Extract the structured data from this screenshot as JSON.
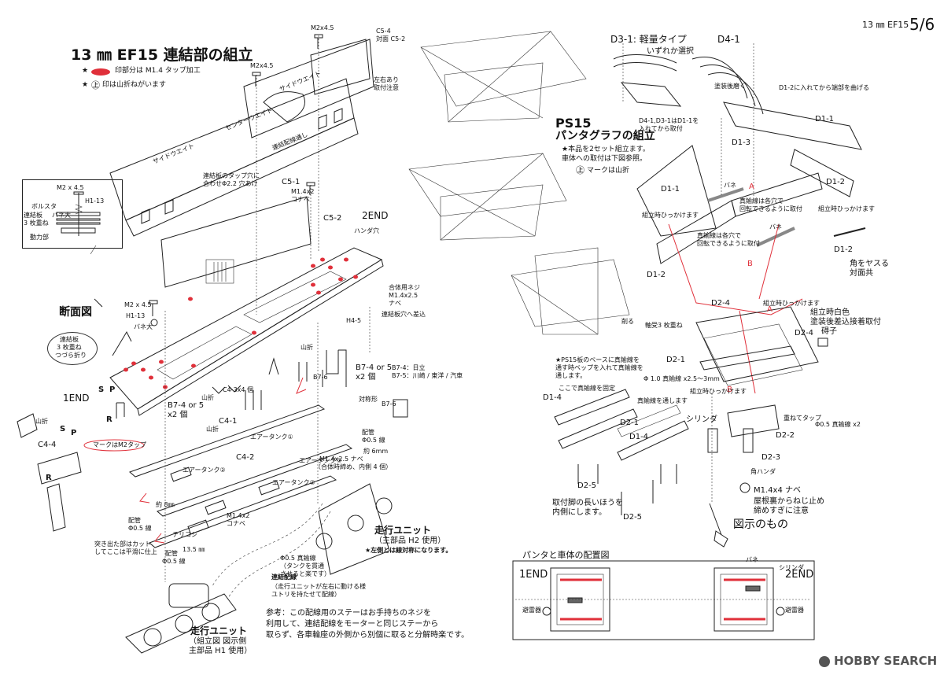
{
  "page": {
    "header_code": "13 ㎜ EF15",
    "header_page": "5/6",
    "watermark": "HOBBY SEARCH"
  },
  "left": {
    "title": "13 ㎜ EF15 連結部の組立",
    "legend_red": "印部分は M1.4 タップ加工",
    "legend_fold_prefix": "★",
    "legend_fold": "印は山折ねがいます",
    "legend_fold_symbol": "㊤",
    "legend_star": "★",
    "labels": {
      "m2x45_top": "M2x4.5",
      "c54": "C5-4",
      "c54_sub": "対面 C5-2",
      "m2x45_mid": "M2x4.5",
      "sideweight1": "サイドウエイト",
      "sideweight2": "サイドウエイト",
      "centerweight": "センターウエイト",
      "linkpass": "連結配線通し",
      "lr_note1": "左右あり",
      "lr_note2": "取付注意",
      "tap_note1": "連結板のタップ穴に",
      "tap_note2": "合わせΦ2.2 穴あけ",
      "c51": "C5-1",
      "m1_4x2": "M1.4x2",
      "konabe": "コナベ",
      "c52": "C5-2",
      "end2": "2END",
      "solder_hole": "ハンダ穴",
      "joint_screw": "合体用ネジ",
      "joint_screw2": "M1.4x2.5",
      "joint_screw3": "ナベ",
      "joint_plate": "連結板穴へ差込",
      "h45": "H4-5",
      "yamaori1": "山折",
      "b7_4or5": "B7-4 or 5",
      "b7_x2": "x2 個",
      "b7_hitachi": "B7-4：日立",
      "b7_toshiba": "B7-5：川崎 / 東洋 / 汽車",
      "b76": "B7-6",
      "b76b": "B7-6",
      "symmetric": "対称形",
      "end1": "1END",
      "section": "断面図",
      "plate3": "連結板",
      "plate3b": "3 枚重ね",
      "plate3c": "つづら折り",
      "m2x45_s": "M2 x 4.5",
      "h113": "H1-13",
      "spring_l": "バネ大",
      "c43x4": "C4-3x4 個",
      "b74or5_2": "B7-4 or 5",
      "b7x2_2": "x2 個",
      "yamaori2": "山折",
      "c41": "C4-1",
      "air1": "エアータンク①",
      "air2": "エアータンク②",
      "air3": "エアータンク③",
      "yamaori3": "山折",
      "c42": "C4-2",
      "air4": "エアータンク②",
      "haikan1": "配管",
      "haikan1b": "Φ0.5 線",
      "yaku6": "約 6mm",
      "m14x25": "M1.4x2.5 ナベ",
      "m14x25b": "（合体時締め、内側 4 個）",
      "c44": "C4-4",
      "m2tap": "マークはM2タップ",
      "yamaori4": "山折",
      "yaku8": "約 8㎜",
      "haikan2": "配管",
      "haikan2b": "Φ0.5 線",
      "chirikoshi": "チリコシ",
      "mm135": "13.5 ㎜",
      "haikan3": "配管",
      "haikan3b": "Φ0.5 線",
      "tokki1": "突き出た部はカット",
      "tokki2": "してここは平滑に仕上",
      "m14x2": "M1.4x2",
      "konabe2": "コナベ",
      "phi05_1": "Φ0.5 真鍮線",
      "phi05_2": "（タンクを貫通",
      "phi05_3": "させると楽です）",
      "renketsu1": "連結配線",
      "renketsu2": "（走行ユニットが左右に動ける様",
      "renketsu3": "ユトリを持たせて配線）",
      "run_right1": "走行ユニット",
      "run_right2": "（主部品 H2 使用）",
      "run_right3": "★左側とは線対称になります。",
      "run_left1": "走行ユニット",
      "run_left2": "（組立図 図示側",
      "run_left3": "主部品 H1 使用）",
      "ref1": "参考：この配線用のステーはお手持ちのネジを",
      "ref2": "利用して、連結配線をモーターと同じステーから",
      "ref3": "取らず、各車輪座の外側から別個に取ると分解時楽です。",
      "inset_m2": "M2 x 4.5",
      "inset_h113": "H1-13",
      "inset_bolster": "ボルスタ",
      "inset_plate1": "連結板",
      "inset_plate2": "3 枚重ね",
      "inset_spring": "バネ大",
      "inset_motor": "動力部",
      "s_lab": "S",
      "p_lab": "P",
      "r_lab": "R",
      "s_lab2": "S",
      "p_lab2": "P",
      "r_lab2": "R"
    }
  },
  "right": {
    "title1": "PS15",
    "title2": "パンタグラフの組立",
    "note1": "★本品を2セット組立ます。",
    "note2": "車体への取付は下図参照。",
    "note3": "マークは山折",
    "note3_symbol": "㊤",
    "labels": {
      "d31": "D3-1: 軽量タイプ",
      "d41": "D4-1",
      "select": "いずれか選択",
      "paint_warp": "塗装後磨く",
      "d12_note": "D1-2に入れてから端部を曲げる",
      "d41_note1": "D4-1,D3-1はD1-1を",
      "d41_note2": "入れてから取付",
      "d11": "D1-1",
      "d13": "D1-3",
      "d11b": "D1-1",
      "d12": "D1-2",
      "d12b": "D1-2",
      "spring": "バネ",
      "spring2": "バネ",
      "a1": "A",
      "a2": "A",
      "b1": "B",
      "b2": "B",
      "kumitate_hook1": "組立時ひっかけます",
      "kumitate_hook2": "組立時ひっかけます",
      "brass_rot1": "真鍮線は各穴で",
      "brass_rot1b": "回転できるように取付",
      "brass_rot2": "真鍮線は各穴で",
      "brass_rot2b": "回転できるように取付",
      "d12c": "D1-2",
      "angle_yasuru": "角をヤスる",
      "taimen": "対面共",
      "kezuru": "削る",
      "d24": "D2-4",
      "d24b": "D2-4",
      "kumitate_hook3": "組立時ひっかけます",
      "kumitate_white1": "組立時白色",
      "kumitate_white2": "塗装後差込接着取付",
      "gaishi": "碍子",
      "jiku3": "軸受3 枚重ね",
      "d21": "D2-1",
      "ps15_base1": "★PS15板のベースに真鍮線を",
      "ps15_base2": "通す時ベップを入れて真鍮線を",
      "ps15_base3": "通します。",
      "phi10": "Φ 1.0 真鍮線 x2.5～3mm",
      "kumitate_hook4": "組立時ひっかけます",
      "shiryn": "シリンダ",
      "kasane": "重ねてタップ",
      "phi05x2": "Φ0.5 真鍮線 x2",
      "d22": "D2-2",
      "d23": "D2-3",
      "kaku_handa": "角ハンダ",
      "koko_brass": "ここで真鍮線を固定",
      "brass_pass": "真鍮線を通します",
      "d14": "D1-4",
      "d21b": "D2-1",
      "d14b": "D1-4",
      "d25": "D2-5",
      "d25b": "D2-5",
      "toritsuke1": "取付脚の長いほうを",
      "toritsuke2": "内側にします。",
      "m14x4": "M1.4x4 ナベ",
      "yane1": "屋根裏からねじ止め",
      "yane2": "締めすぎに注意",
      "zushi": "図示のもの"
    },
    "layout": {
      "title": "パンタと車体の配置図",
      "end1": "1END",
      "end2": "2END",
      "hiraiki1": "避雷器",
      "hiraiki2": "避雷器",
      "bane": "バネ",
      "shiryn": "シリンダ"
    }
  },
  "colors": {
    "red_mark": "#e0303a",
    "line": "#222222"
  }
}
